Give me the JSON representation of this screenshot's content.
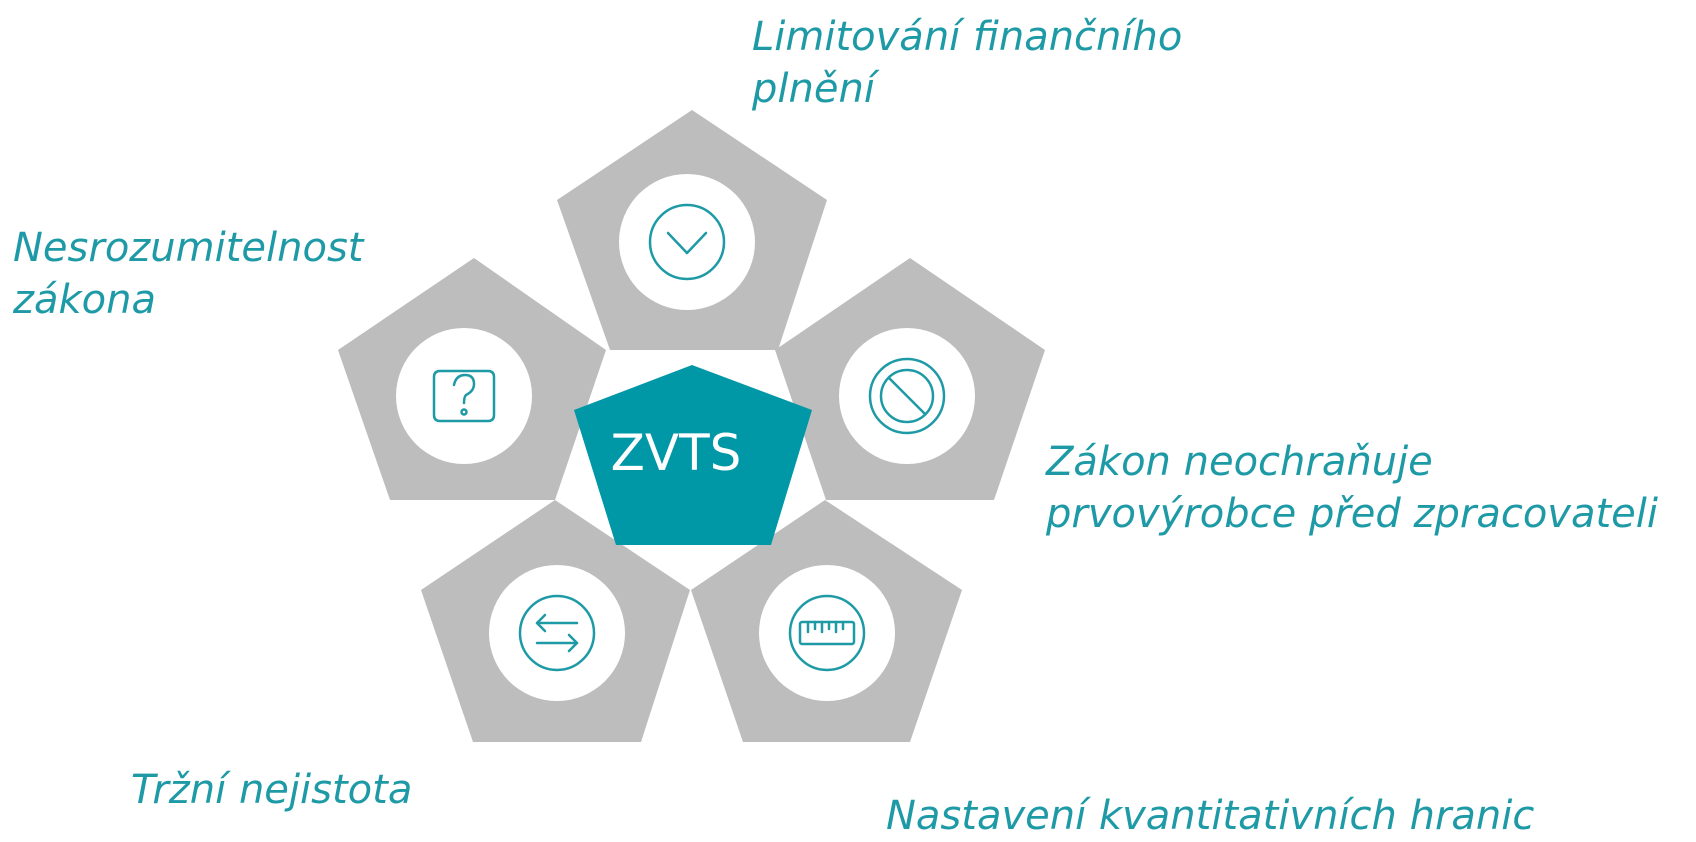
{
  "center": {
    "label": "ZVTS"
  },
  "colors": {
    "accent": "#0097A7",
    "text_accent": "#1E9AA6",
    "shape_gray": "#BDBDBD",
    "circle_fill": "#FFFFFF"
  },
  "segments": [
    {
      "icon": "chevron-down-icon",
      "label_lines": [
        "Limitování finančního",
        "plnění"
      ]
    },
    {
      "icon": "question-icon",
      "label_lines": [
        "Nesrozumitelnost",
        "zákona"
      ]
    },
    {
      "icon": "prohibited-icon",
      "label_lines": [
        "Zákon neochraňuje",
        "prvovýrobce před zpracovateli"
      ]
    },
    {
      "icon": "swap-arrows-icon",
      "label_lines": [
        "Tržní nejistota"
      ]
    },
    {
      "icon": "ruler-icon",
      "label_lines": [
        "Nastavení kvantitativních hranic"
      ]
    }
  ]
}
